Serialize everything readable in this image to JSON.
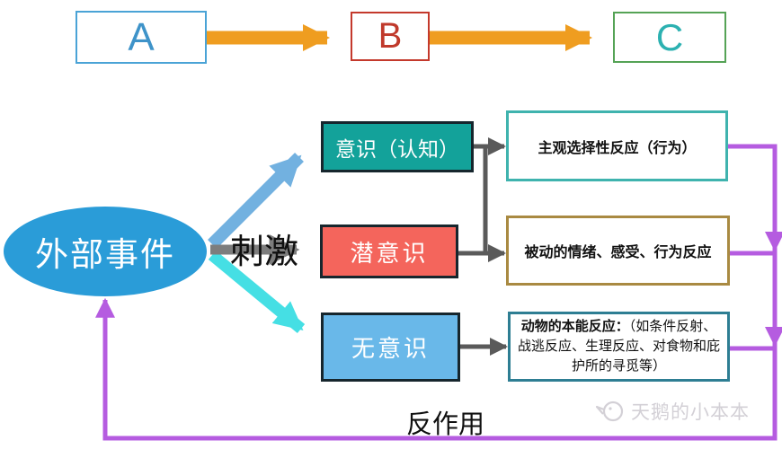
{
  "top": {
    "a": "A",
    "b": "B",
    "c": "C"
  },
  "source": "外部事件",
  "stimulus": "刺激",
  "nodes": {
    "conscious": "意识（认知）",
    "subconscious": "潜意识",
    "unconscious": "无意识"
  },
  "outcomes": {
    "conscious": "主观选择性反应（行为）",
    "subconscious": "被动的情绪、感受、行为反应",
    "unconscious_lead": "动物的本能反应：",
    "unconscious_rest": "（如条件反射、战逃反应、生理反应、对食物和庇护所的寻觅等）"
  },
  "feedback": "反作用",
  "watermark": "天鹅的小本本",
  "colors": {
    "flow_arrow_orange": "#ef9d20",
    "upper_branch_blue": "#72b1e0",
    "lower_branch_cyan": "#45dfe4",
    "stimulus_arrow_gray": "#7d7d7d",
    "connector_gray": "#5a5a5a",
    "feedback_purple": "#b55ce0",
    "ellipse_fill": "#2a9cd8",
    "conscious_fill": "#13a29a",
    "subconscious_fill": "#f4655c",
    "unconscious_fill": "#69b8e9",
    "outcome1_border": "#3fb3ae",
    "outcome2_border": "#a98a42",
    "outcome3_border": "#2e7e93",
    "box_a_border": "#4aa3d6",
    "box_b_border": "#c4392c",
    "box_c_border": "#55a356"
  }
}
